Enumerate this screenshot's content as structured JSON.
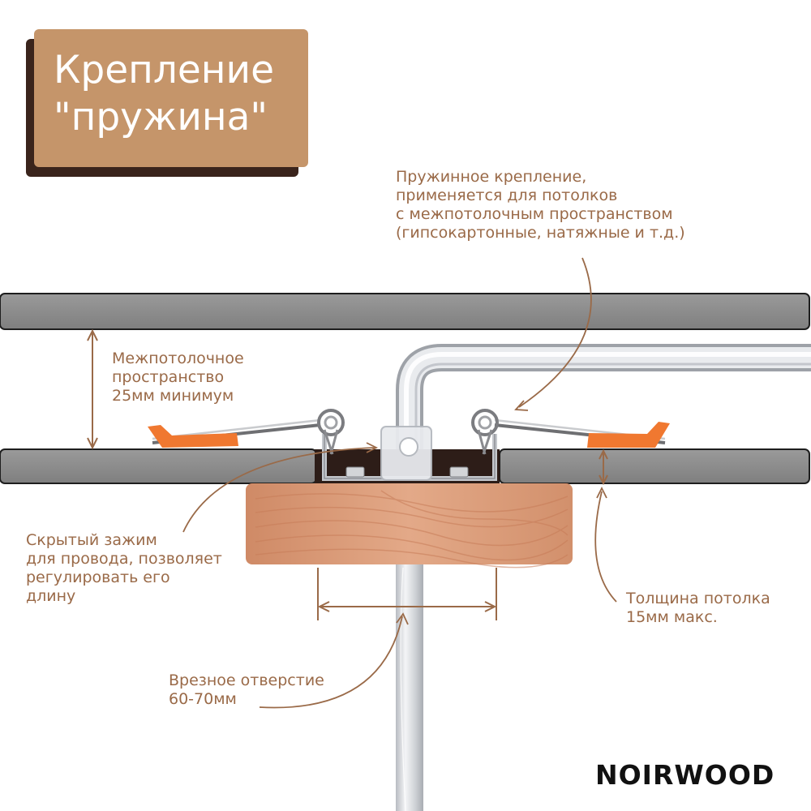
{
  "title": {
    "line1": "Крепление",
    "line2": "\"пружина\""
  },
  "labels": {
    "spring_mount": {
      "line1": "Пружинное крепление,",
      "line2": "применяется для потолков",
      "line3": "с межпотолочным пространством",
      "line4": "(гипсокартонные, натяжные и т.д.)"
    },
    "ceiling_gap": {
      "line1": "Межпотолочное",
      "line2": "пространство",
      "line3": "25мм минимум"
    },
    "hidden_clamp": {
      "line1": "Скрытый зажим",
      "line2": "для провода, позволяет",
      "line3": "регулировать его",
      "line4": "длину"
    },
    "ceiling_thickness": {
      "line1": "Толщина потолка",
      "line2": "15мм макс."
    },
    "cutout_hole": {
      "line1": "Врезное отверстие",
      "line2": "60-70мм"
    }
  },
  "brand": "NOIRWOOD",
  "colors": {
    "title_bg": "#c5956a",
    "title_shadow": "#3a241c",
    "label_text": "#9a6a48",
    "ceiling_panel": "#8c8c8c",
    "spring_tip": "#f07830",
    "wood": "#d99876"
  }
}
